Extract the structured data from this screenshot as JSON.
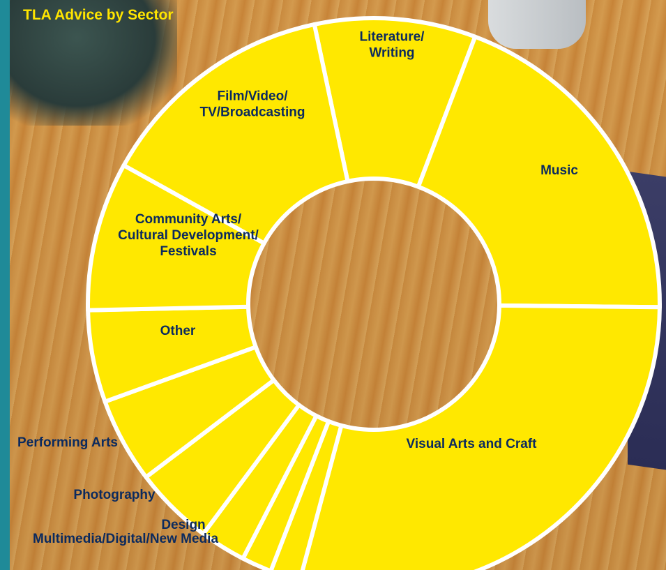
{
  "colors": {
    "slice_fill": "#ffe800",
    "slice_border": "#ffffff",
    "label_text": "#0b2a5e",
    "title_text": "#ffe500",
    "teal_edge": "#1f8a98"
  },
  "chart_data": {
    "type": "pie",
    "variant": "donut",
    "title": "TLA Advice by Sector",
    "legend": "none",
    "slices": [
      {
        "label": "Literature/\nWriting",
        "value": 9.1
      },
      {
        "label": "Music",
        "value": 19.4
      },
      {
        "label": "Visual Arts and Craft",
        "value": 29.0
      },
      {
        "label": "Multimedia/Digital/New Media",
        "value": 1.7
      },
      {
        "label": "Design",
        "value": 1.7
      },
      {
        "label": "Photography",
        "value": 2.6
      },
      {
        "label": "Performing Arts",
        "value": 4.5
      },
      {
        "label": "",
        "value": 4.8
      },
      {
        "label": "Other",
        "value": 5.2
      },
      {
        "label": "Community Arts/\nCultural Development/\nFestivals",
        "value": 8.4
      },
      {
        "label": "Film/Video/\nTV/Broadcasting",
        "value": 13.6
      }
    ]
  }
}
